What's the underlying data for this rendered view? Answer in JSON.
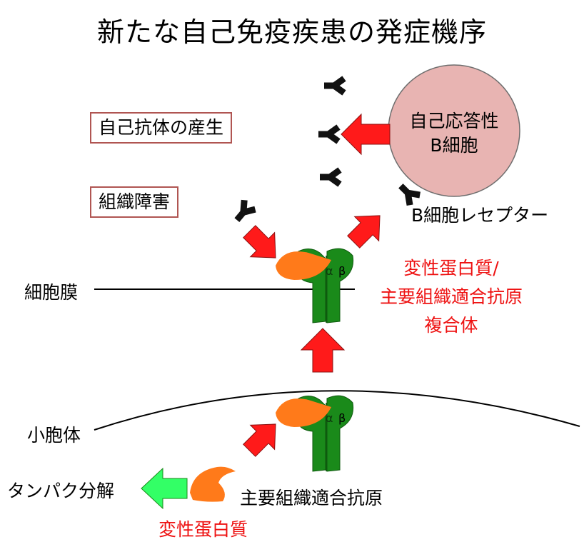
{
  "title": "新たな自己免疫疾患の発症機序",
  "labels": {
    "autoantibody_production": "自己抗体の産生",
    "tissue_damage": "組織障害",
    "autoreactive_b_cell_line1": "自己応答性",
    "autoreactive_b_cell_line2": "B細胞",
    "b_cell_receptor": "B細胞レセプター",
    "cell_membrane": "細胞膜",
    "complex_line1": "変性蛋白質/",
    "complex_line2": "主要組織適合抗原",
    "complex_line3": "複合体",
    "endosome": "小胞体",
    "protein_degradation": "タンパク分解",
    "mhc": "主要組織適合抗原",
    "misfolded_protein": "変性蛋白質",
    "alpha": "α",
    "beta": "β"
  },
  "colors": {
    "red_arrow": "#ff1a1a",
    "green_arrow": "#33ff66",
    "mhc_green": "#1a8a1a",
    "protein_orange": "#ff7a1a",
    "b_cell_fill": "#e8b4b2",
    "box_border": "#b05552",
    "red_text": "#ee1111"
  }
}
